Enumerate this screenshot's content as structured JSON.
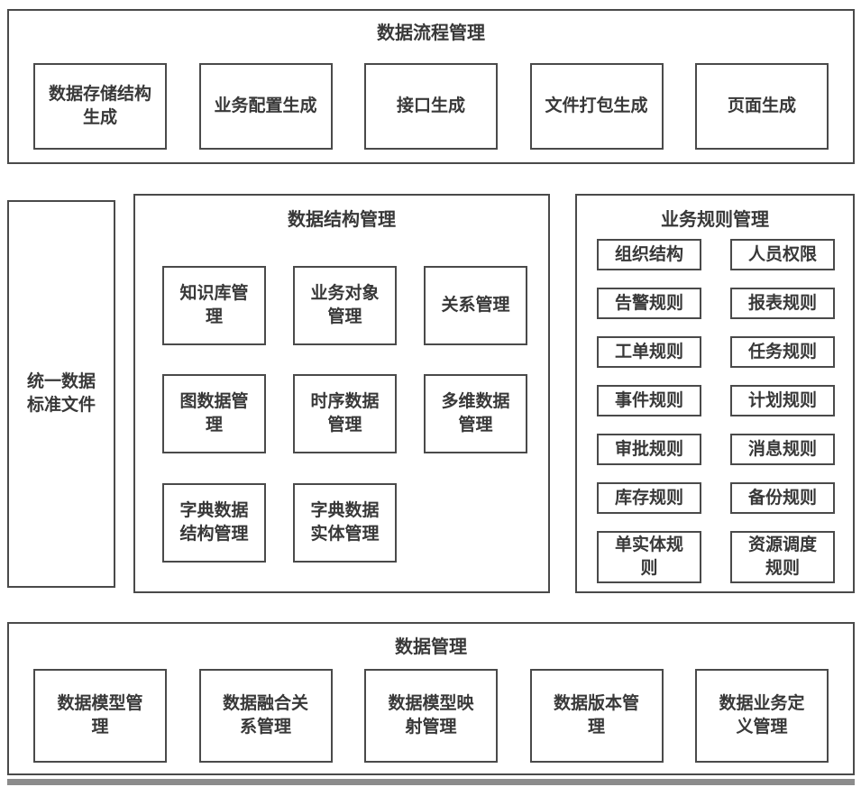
{
  "colors": {
    "background": "#ffffff",
    "border": "#4a4a4a",
    "text": "#383838",
    "bottom_strip": "#8c8c8c"
  },
  "top_panel": {
    "title": "数据流程管理",
    "items": [
      "数据存储结构\n生成",
      "业务配置生成",
      "接口生成",
      "文件打包生成",
      "页面生成"
    ]
  },
  "left_panel": {
    "label": "统一数据\n标准文件"
  },
  "center_panel": {
    "title": "数据结构管理",
    "items": [
      "知识库管\n理",
      "业务对象\n管理",
      "关系管理",
      "图数据管\n理",
      "时序数据\n管理",
      "多维数据\n管理",
      "字典数据\n结构管理",
      "字典数据\n实体管理"
    ]
  },
  "right_panel": {
    "title": "业务规则管理",
    "items": [
      "组织结构",
      "人员权限",
      "告警规则",
      "报表规则",
      "工单规则",
      "任务规则",
      "事件规则",
      "计划规则",
      "审批规则",
      "消息规则",
      "库存规则",
      "备份规则",
      "单实体规\n则",
      "资源调度\n规则"
    ]
  },
  "bottom_panel": {
    "title": "数据管理",
    "items": [
      "数据模型管\n理",
      "数据融合关\n系管理",
      "数据模型映\n射管理",
      "数据版本管\n理",
      "数据业务定\n义管理"
    ]
  }
}
